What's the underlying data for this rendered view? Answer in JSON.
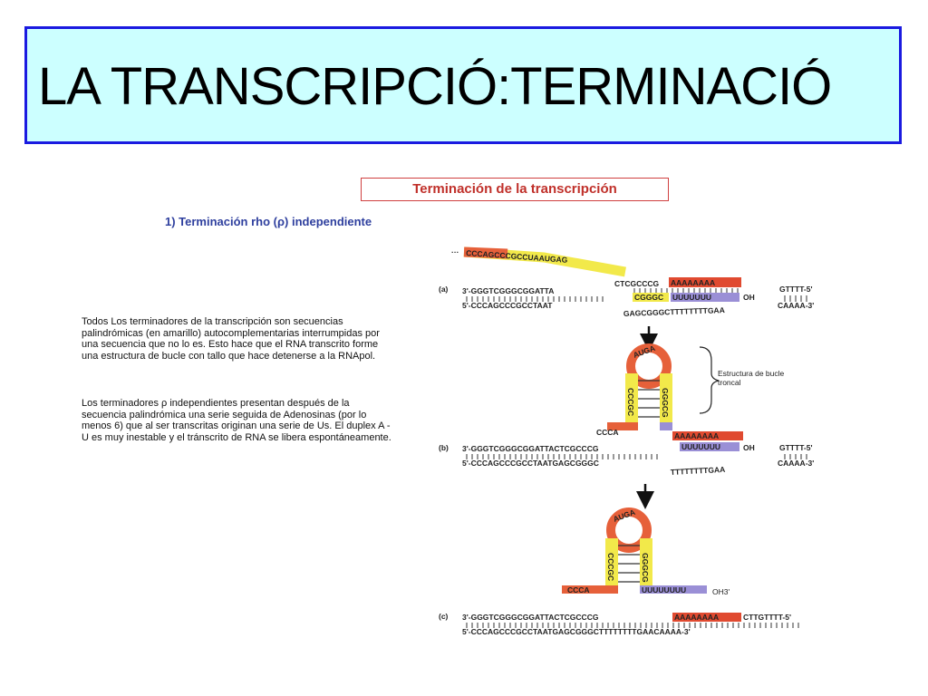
{
  "slide": {
    "title": "LA TRANSCRIPCIÓ:TERMINACIÓ"
  },
  "figure": {
    "title": "Terminación de la transcripción",
    "subtitle": "1) Terminación rho (ρ) independiente",
    "description_1": "Todos Los terminadores de la transcripción son secuencias palindrómicas (en amarillo) autocomplementarias interrumpidas por una secuencia que no lo es. Esto hace que el RNA transcrito forme una estructura de bucle con tallo que hace detenerse a la RNApol.",
    "description_2": "Los terminadores ρ independientes presentan después de la secuencia palindrómica una serie seguida de Adenosinas (por lo menos 6) que al ser transcritas originan una serie de Us. El duplex A - U es muy inestable y el tránscrito de RNA se libera espontáneamente.",
    "stem_loop_label": "Estructura de bucle troncal",
    "panels": [
      {
        "label": "(a)",
        "rna_transcript": "CCCAGCCCGCCUAAUGAG",
        "dna_top_left": "3'-GGGTCGGGCGGATTA",
        "dna_top_bubble": "CTCGCCCG",
        "dna_top_a_run": "AAAAAAAA",
        "dna_top_right": "GTTTT-5'",
        "rna_hybrid": "CGGGC",
        "rna_u_run": "UUUUUUU",
        "rna_oh": "OH",
        "dna_bottom_left": "5'-CCCAGCCCGCCTAAT",
        "dna_bottom_loop": "GAGCGGGCTTTTTTTTGAA",
        "dna_bottom_right": "CAAAA-3'"
      },
      {
        "label": "(b)",
        "dna_top_left": "3'-GGGTCGGGCGGATTACTCGCCCG",
        "dna_top_a_run": "AAAAAAAA",
        "dna_top_right": "GTTTT-5'",
        "rna_tail": "CCCA",
        "rna_u_run": "UUUUUUU",
        "rna_oh": "OH",
        "dna_bottom_left": "5'-CCCAGCCCGCCTAATGAGCGGGC",
        "dna_bottom_loop": "TTTTTTTTGAA",
        "dna_bottom_right": "CAAAA-3'"
      },
      {
        "label": "(c)",
        "rna_tail": "CCCA",
        "rna_u_run": "UUUUUUUU",
        "rna_oh": "OH3'",
        "dna_top_left": "3'-GGGTCGGGCGGATTACTCGCCCG",
        "dna_top_a_run": "AAAAAAAA",
        "dna_top_right": "CTTGTTTT-5'",
        "dna_bottom": "5'-CCCAGCCCGCCTAATGAGCGGGCTTTTTTTTGAACAAAA-3'"
      }
    ],
    "hairpin": {
      "loop": "AUGA",
      "stem_left": "CCCGC",
      "stem_right": "GGGCG"
    },
    "colors": {
      "palindrome_yellow": "#f2e94a",
      "rna_orange": "#e6603a",
      "u_run_purple": "#9a8fd6",
      "a_run_red": "#e04a30",
      "title_bg": "#ccffff",
      "title_border": "#1a1ae0"
    }
  }
}
